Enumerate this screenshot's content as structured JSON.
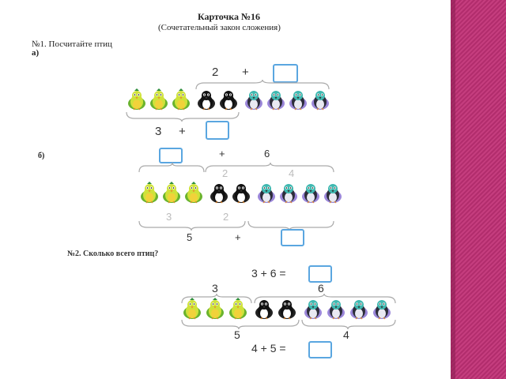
{
  "card": {
    "title": "Карточка №16",
    "subtitle": "(Сочетательный закон сложения)"
  },
  "task1": {
    "label": "№1. Посчитайте птиц",
    "part_a": {
      "label": "а)",
      "top_number": "2",
      "plus": "+",
      "bottom_number": "3",
      "birds": [
        "yellow",
        "yellow",
        "yellow",
        "black",
        "black",
        "blue",
        "blue",
        "blue",
        "blue"
      ]
    },
    "part_b": {
      "label": "б)",
      "plus": "+",
      "top_number": "6",
      "hint_top_left": "2",
      "hint_top_right": "4",
      "hint_bottom_left": "3",
      "hint_bottom_right": "2",
      "bottom_number": "5",
      "birds": [
        "yellow",
        "yellow",
        "yellow",
        "black",
        "black",
        "blue",
        "blue",
        "blue",
        "blue"
      ]
    }
  },
  "task2": {
    "label": "№2. Сколько всего птиц?",
    "equation_top": "3 + 6 =",
    "left_top_number": "3",
    "right_top_number": "6",
    "left_bottom_number": "5",
    "right_bottom_number": "4",
    "equation_bottom": "4 + 5 =",
    "birds": [
      "yellow",
      "yellow",
      "yellow",
      "black",
      "black",
      "blue",
      "blue",
      "blue",
      "blue"
    ]
  },
  "colors": {
    "box_border": "#5aa6e0",
    "sidebar": "#c53d7e",
    "yellow_bird": "#cfe23a",
    "black_bird": "#111111",
    "blue_bird_head": "#3fb8b0",
    "blue_bird_wing": "#9b87d9"
  }
}
